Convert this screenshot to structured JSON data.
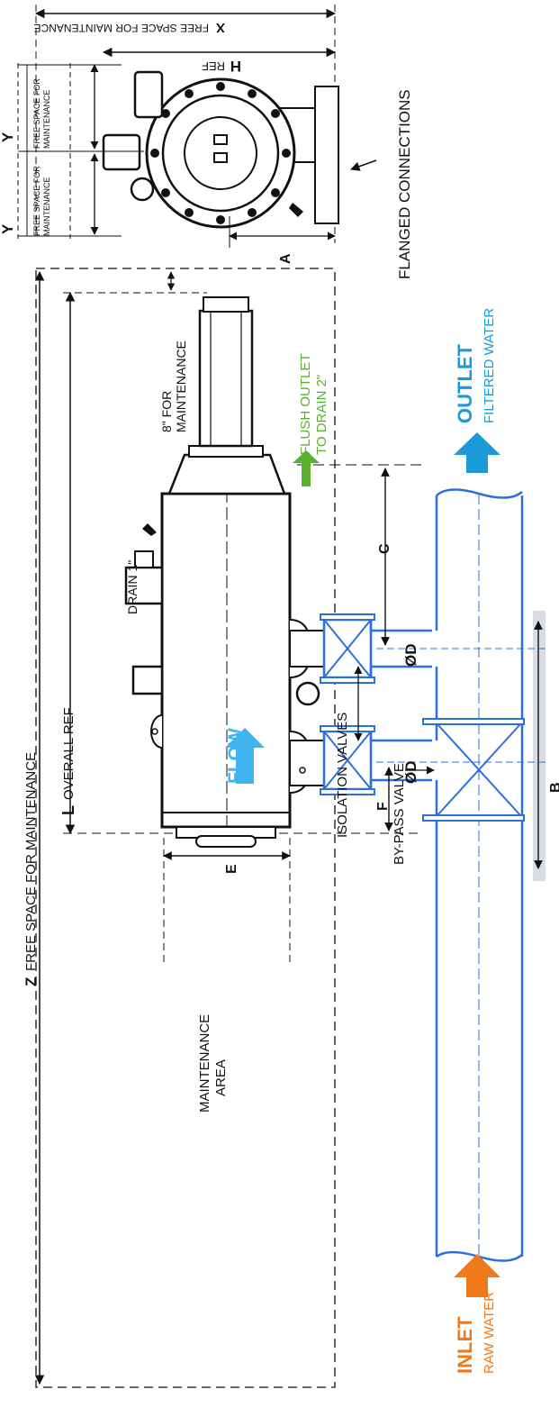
{
  "colors": {
    "ink": "#111111",
    "pipe_blue": "#2c6fe0",
    "flow_blue": "#3fb4ee",
    "outlet_blue": "#1a9ad6",
    "inlet_orange": "#f07a1a",
    "flush_green": "#5ab031",
    "band_gray": "#d9dde3"
  },
  "top_view": {
    "x_label": "X",
    "x_text": "FREE SPACE FOR MAINTENANCE",
    "h_label": "H",
    "h_text": "REF",
    "y_label": "Y",
    "y_text_1": "FREE SPACE FOR",
    "y_text_2": "MAINTENANCE",
    "a_label": "A",
    "flanged_connections": "FLANGED CONNECTIONS"
  },
  "side_view": {
    "z_label": "Z",
    "z_text": "FREE SPACE FOR MAINTENANCE",
    "l_label": "L",
    "l_text": "OVERALL REF",
    "maint_8_line1": "8\" FOR",
    "maint_8_line2": "MAINTENANCE",
    "drain_label": "DRAIN 1\"",
    "flush_line1": "FLUSH OUTLET",
    "flush_line2": "TO DRAIN 2\"",
    "flow_label": "FLOW",
    "isolation_valves": "ISOLATION VALVES",
    "bypass_valve": "BY-PASS VALVE",
    "maintenance_area_line1": "MAINTENANCE",
    "maintenance_area_line2": "AREA",
    "c_label": "C",
    "d_label_1": "ØD",
    "d_label_2": "ØD",
    "b_label": "B",
    "e_label": "E",
    "f_label": "F",
    "outlet_title": "OUTLET",
    "outlet_sub": "FILTERED WATER",
    "inlet_title": "INLET",
    "inlet_sub": "RAW WATER"
  }
}
